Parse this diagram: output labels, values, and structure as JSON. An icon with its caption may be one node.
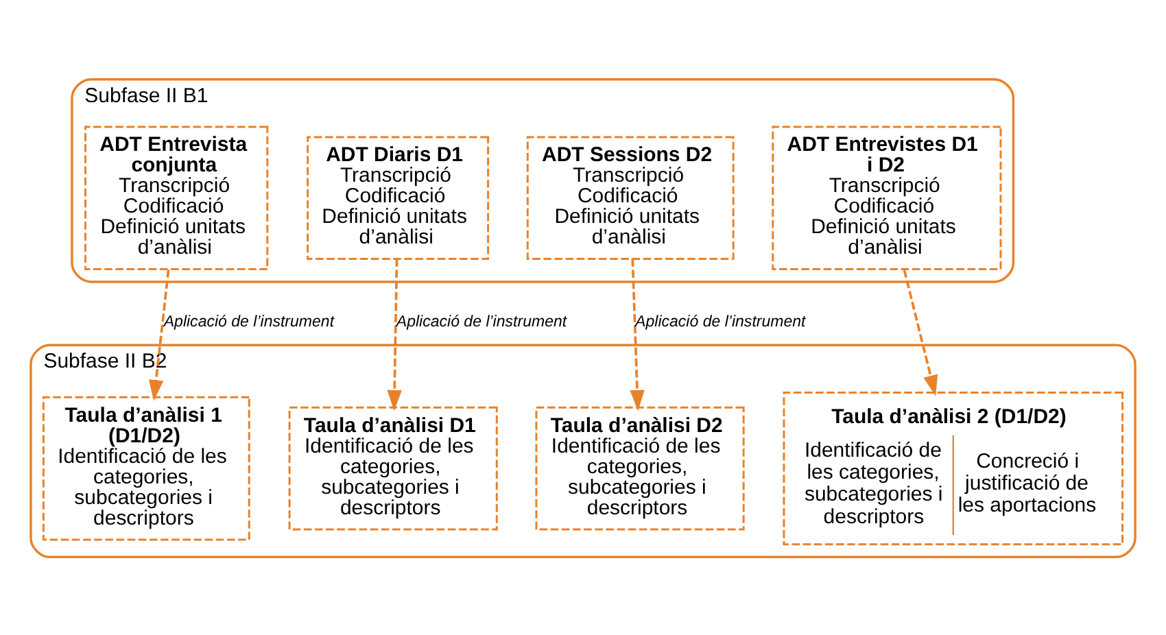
{
  "diagram": {
    "nodes": [
      {
        "text": [
          "Subfase II B1"
        ]
      },
      {
        "text": [
          "ADT Entrevista conjunta",
          "Transcripció Codificació Definició unitats d’anàlisi"
        ],
        "in": 0
      },
      {
        "text": [
          "ADT Diaris D1",
          "Transcripció Codificació Definició unitats d’anàlisi"
        ],
        "in": 0
      },
      {
        "text": [
          "ADT Sessions D2",
          "Transcripció Codificació Definició unitats d’anàlisi"
        ],
        "in": 0
      },
      {
        "text": [
          "ADT Entrevistes D1 i D2",
          "Transcripció Codificació Definició unitats d’anàlisi"
        ],
        "in": 0
      },
      {
        "text": [
          "Subfase II B2"
        ]
      },
      {
        "text": [
          "Taula d’anàlisi 1 (D1/D2)",
          "Identificació de les categories, subcategories i descriptors"
        ],
        "in": 5
      },
      {
        "text": [
          "Taula d’anàlisi D1",
          "Identificació de les categories, subcategories i descriptors"
        ],
        "in": 5
      },
      {
        "text": [
          "Taula d’anàlisi D2",
          "Identificació de les categories, subcategories i descriptors"
        ],
        "in": 5
      },
      {
        "text": [
          "Taula d’anàlisi 2 (D1/D2)",
          "Identificació de les categories, subcategories i descriptors",
          "Concreció i justificació de les aportacions"
        ],
        "in": 5
      }
    ],
    "edges": [
      {
        "from": 1,
        "to": 6,
        "arrow": "to",
        "style": "dashed",
        "label": "Aplicació de l’instrument"
      },
      {
        "from": 2,
        "to": 7,
        "arrow": "to",
        "style": "dashed",
        "label": "Aplicació de l’instrument"
      },
      {
        "from": 3,
        "to": 8,
        "arrow": "to",
        "style": "dashed",
        "label": "Aplicació de l’instrument"
      },
      {
        "from": 4,
        "to": 9,
        "arrow": "to",
        "style": "dashed"
      }
    ]
  }
}
